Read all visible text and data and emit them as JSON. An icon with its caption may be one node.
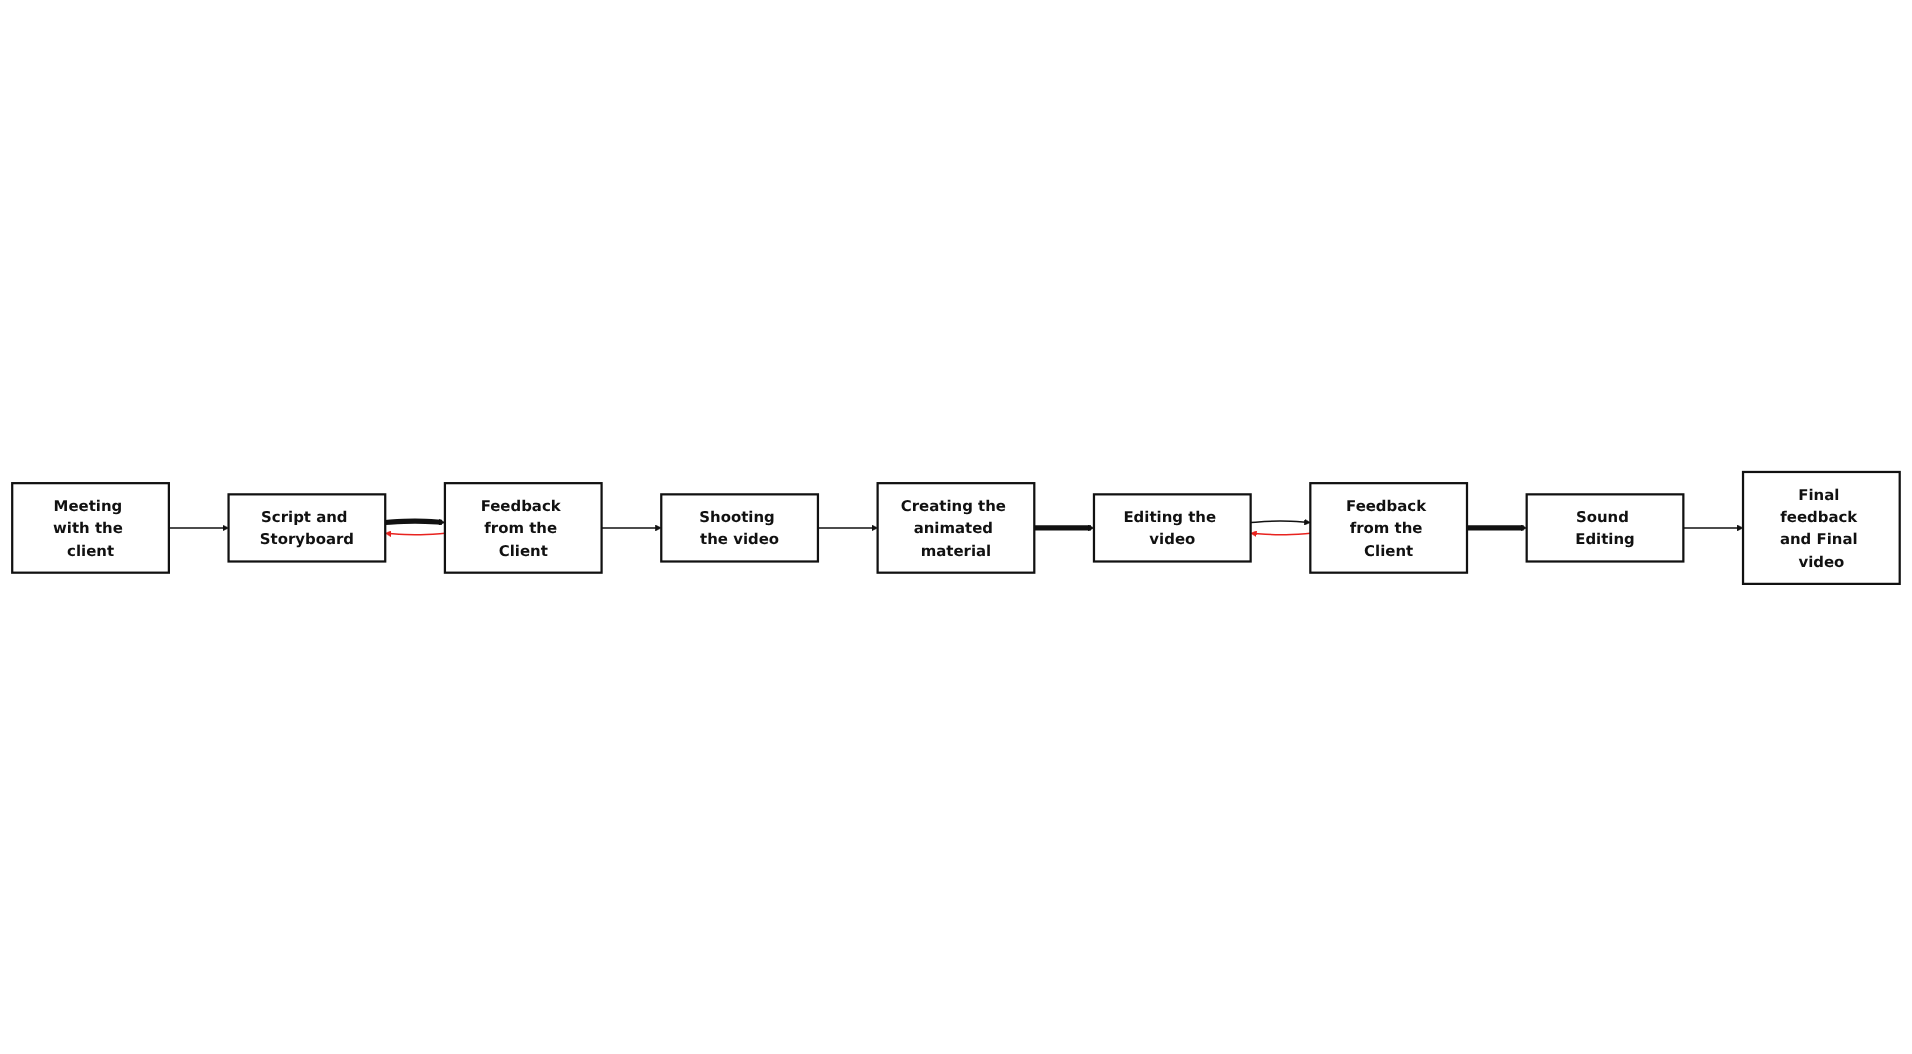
{
  "diagram": {
    "nodes": [
      {
        "text": [
          "Meeting with the client"
        ]
      },
      {
        "text": [
          "Script and Storyboard"
        ]
      },
      {
        "text": [
          "Feedback from the Client"
        ]
      },
      {
        "text": [
          "Shooting the video"
        ]
      },
      {
        "text": [
          "Creating the animated material"
        ]
      },
      {
        "text": [
          "Editing the video"
        ]
      },
      {
        "text": [
          "Feedback from the Client"
        ]
      },
      {
        "text": [
          "Sound Editing"
        ]
      },
      {
        "text": [
          "Final feedback and Final video"
        ]
      }
    ],
    "edges": [
      {
        "from": 0,
        "to": 1,
        "arrow": "to"
      },
      {
        "from": 1,
        "to": 2,
        "arrow": "to",
        "style": "thick"
      },
      {
        "from": 2,
        "to": 1,
        "arrow": "to",
        "color": "#e8231f"
      },
      {
        "from": 2,
        "to": 3,
        "arrow": "to"
      },
      {
        "from": 3,
        "to": 4,
        "arrow": "to"
      },
      {
        "from": 4,
        "to": 5,
        "arrow": "to",
        "style": "thick"
      },
      {
        "from": 5,
        "to": 6,
        "arrow": "to"
      },
      {
        "from": 6,
        "to": 5,
        "arrow": "to",
        "color": "#e8231f"
      },
      {
        "from": 6,
        "to": 7,
        "arrow": "to",
        "style": "thick"
      },
      {
        "from": 7,
        "to": 8,
        "arrow": "to"
      }
    ]
  }
}
